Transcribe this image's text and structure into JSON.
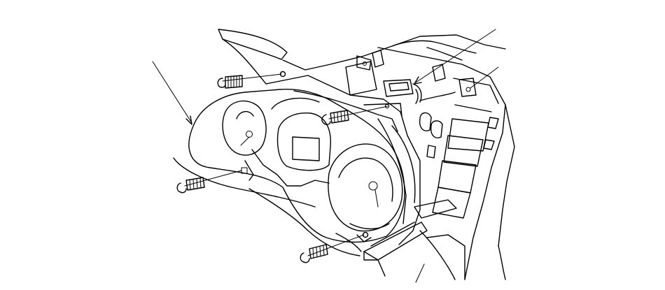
{
  "diagram": {
    "line_color": "#000000",
    "background": "#ffffff",
    "callout_count": 4,
    "screw_count": 4,
    "parts": [
      "gauge-cluster",
      "dashboard-housing",
      "mounting-bracket",
      "electrical-connector",
      "screws"
    ]
  }
}
